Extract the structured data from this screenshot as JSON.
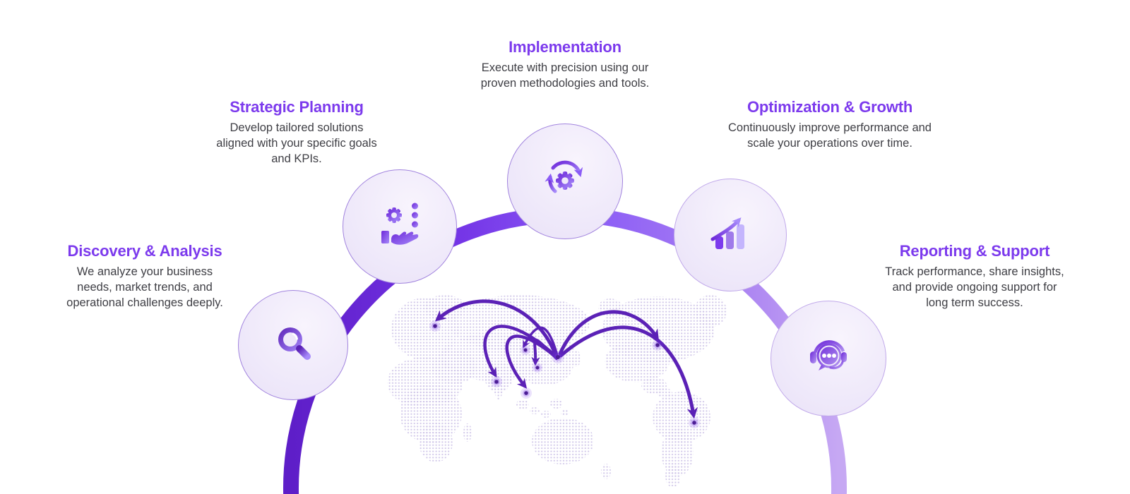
{
  "palette": {
    "accent": "#7C3AED",
    "title_color": "#7C3AED",
    "body_text_color": "#3E3E44",
    "ring_gradient": [
      "#5E1EC8",
      "#8B5CF6",
      "#C6A8F3"
    ],
    "node_fill": "#EFE9FA",
    "node_border": "#A183DE",
    "map_dot_color": "#CFC5E8",
    "arrow_color": "#5B21B6"
  },
  "steps": [
    {
      "title": "Discovery & Analysis",
      "description": "We analyze your business needs, market trends, and operational challenges deeply.",
      "icon": "magnifier-icon"
    },
    {
      "title": "Strategic Planning",
      "description": "Develop tailored solutions aligned with your specific goals and KPIs.",
      "icon": "gear-hand-icon"
    },
    {
      "title": "Implementation",
      "description": "Execute with precision using our proven methodologies and tools.",
      "icon": "process-cycle-icon"
    },
    {
      "title": "Optimization & Growth",
      "description": "Continuously improve performance and scale your operations over time.",
      "icon": "growth-chart-icon"
    },
    {
      "title": "Reporting & Support",
      "description": "Track performance, share insights, and provide ongoing support for long term success.",
      "icon": "support-headset-icon"
    }
  ]
}
